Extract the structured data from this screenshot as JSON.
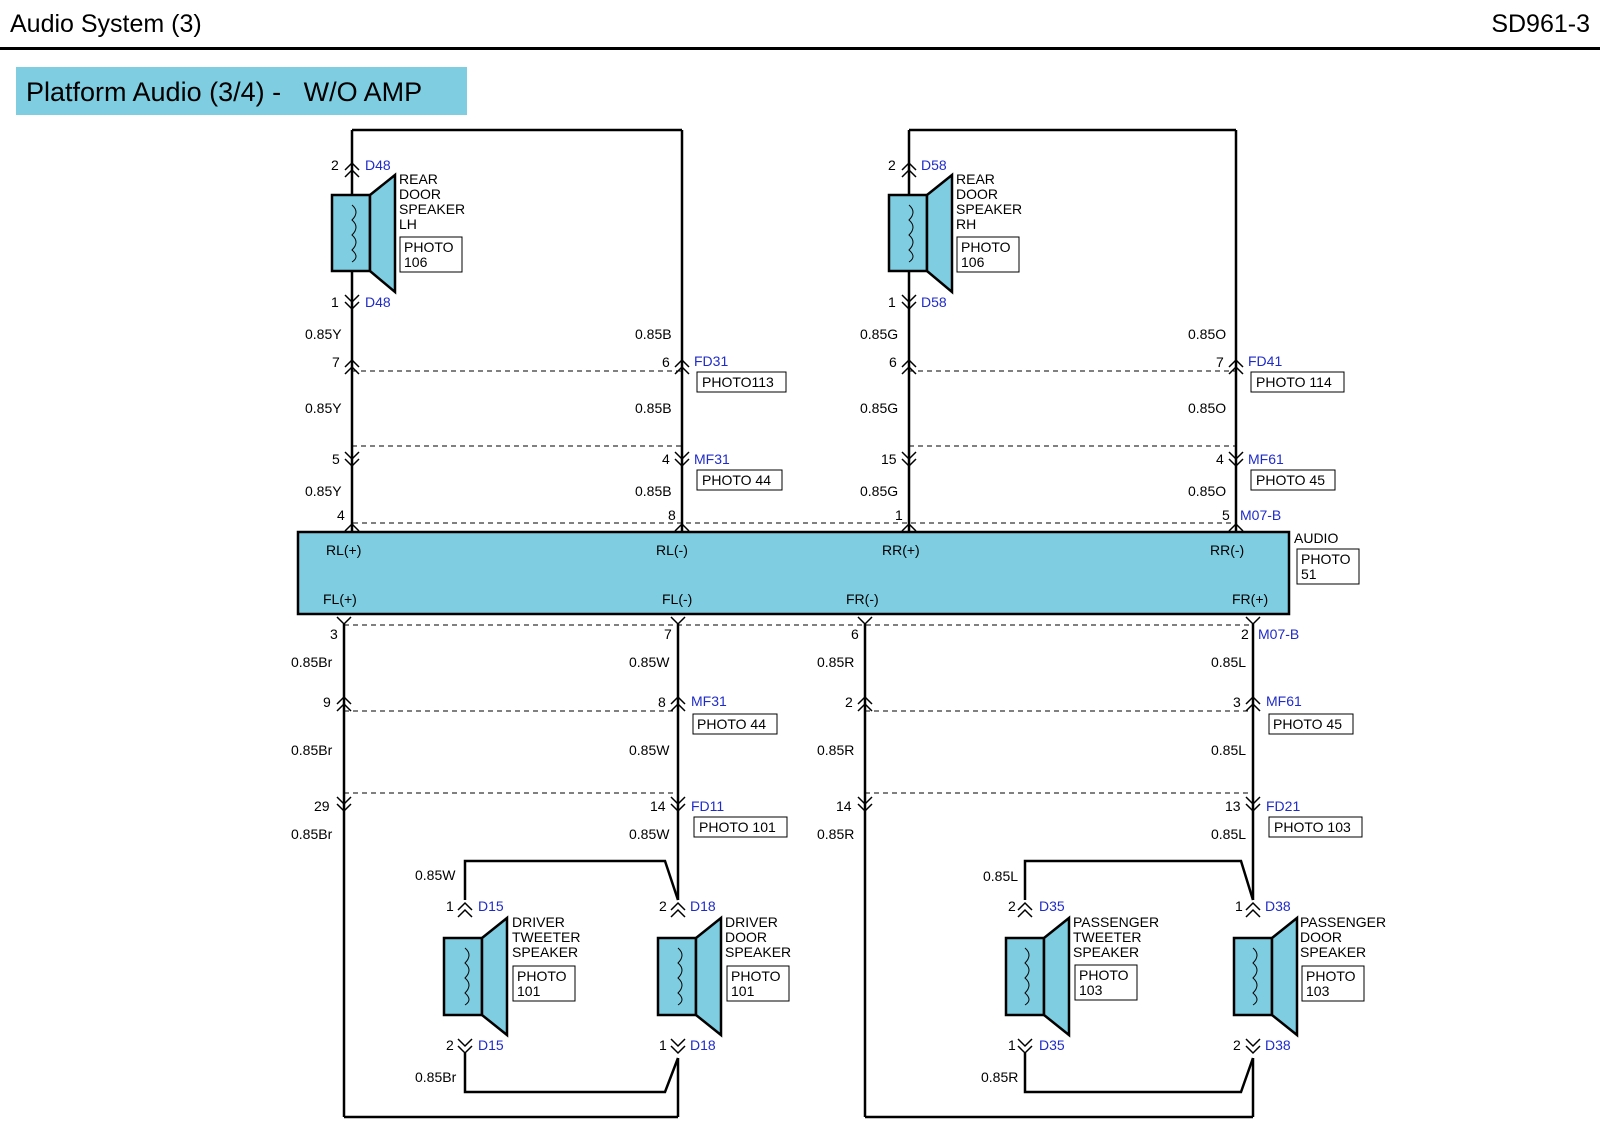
{
  "header": {
    "title": "Audio System (3)",
    "code": "SD961-3"
  },
  "section": {
    "title": "Platform Audio (3/4) -   W/O AMP"
  },
  "colors": {
    "component_fill": "#7ecde1",
    "connector_text": "#1f2bc9",
    "wire": "#000000"
  },
  "audio_unit": {
    "name": "AUDIO",
    "photo": [
      "PHOTO",
      "51"
    ],
    "top_terminals": [
      "RL(+)",
      "RL(-)",
      "RR(+)",
      "RR(-)"
    ],
    "bottom_terminals": [
      "FL(+)",
      "FL(-)",
      "FR(-)",
      "FR(+)"
    ],
    "top_pins": [
      "4",
      "8",
      "1",
      "5"
    ],
    "bottom_pins": [
      "3",
      "7",
      "6",
      "2"
    ],
    "top_connector": "M07-B",
    "bottom_connector": "M07-B"
  },
  "speakers": [
    {
      "id": "rear-lh",
      "name": [
        "REAR",
        "DOOR",
        "SPEAKER",
        "LH"
      ],
      "photo": [
        "PHOTO",
        "106"
      ],
      "pin_top": "2",
      "pin_bottom": "1",
      "conn_top": "D48",
      "conn_bottom": "D48"
    },
    {
      "id": "rear-rh",
      "name": [
        "REAR",
        "DOOR",
        "SPEAKER",
        "RH"
      ],
      "photo": [
        "PHOTO",
        "106"
      ],
      "pin_top": "2",
      "pin_bottom": "1",
      "conn_top": "D58",
      "conn_bottom": "D58"
    },
    {
      "id": "driver-tweeter",
      "name": [
        "DRIVER",
        "TWEETER",
        "SPEAKER"
      ],
      "photo": [
        "PHOTO",
        "101"
      ],
      "pin_top": "1",
      "pin_bottom": "2",
      "conn_top": "D15",
      "conn_bottom": "D15"
    },
    {
      "id": "driver-door",
      "name": [
        "DRIVER",
        "DOOR",
        "SPEAKER"
      ],
      "photo": [
        "PHOTO",
        "101"
      ],
      "pin_top": "2",
      "pin_bottom": "1",
      "conn_top": "D18",
      "conn_bottom": "D18"
    },
    {
      "id": "pass-tweeter",
      "name": [
        "PASSENGER",
        "TWEETER",
        "SPEAKER"
      ],
      "photo": [
        "PHOTO",
        "103"
      ],
      "pin_top": "2",
      "pin_bottom": "1",
      "conn_top": "D35",
      "conn_bottom": "D35"
    },
    {
      "id": "pass-door",
      "name": [
        "PASSENGER",
        "DOOR",
        "SPEAKER"
      ],
      "photo": [
        "PHOTO",
        "103"
      ],
      "pin_top": "1",
      "pin_bottom": "2",
      "conn_top": "D38",
      "conn_bottom": "D38"
    }
  ],
  "top_connectors": [
    {
      "name": "FD31",
      "photo": "PHOTO113",
      "pins": [
        "7",
        "6"
      ]
    },
    {
      "name": "FD41",
      "photo": "PHOTO 114",
      "pins": [
        "6",
        "7"
      ]
    },
    {
      "name": "MF31",
      "photo": "PHOTO 44",
      "pins": [
        "5",
        "4"
      ]
    },
    {
      "name": "MF61",
      "photo": "PHOTO 45",
      "pins": [
        "15",
        "4"
      ]
    }
  ],
  "bottom_connectors": [
    {
      "name": "MF31",
      "photo": "PHOTO 44",
      "pins": [
        "9",
        "8"
      ]
    },
    {
      "name": "MF61",
      "photo": "PHOTO 45",
      "pins": [
        "2",
        "3"
      ]
    },
    {
      "name": "FD11",
      "photo": "PHOTO 101",
      "pins": [
        "29",
        "14"
      ]
    },
    {
      "name": "FD21",
      "photo": "PHOTO 103",
      "pins": [
        "14",
        "13"
      ]
    }
  ],
  "wires": {
    "top": [
      "0.85Y",
      "0.85B",
      "0.85G",
      "0.85O"
    ],
    "bottom": [
      "0.85Br",
      "0.85W",
      "0.85R",
      "0.85L"
    ],
    "driver_tweeter_top": "0.85W",
    "driver_tweeter_bottom": "0.85Br",
    "pass_tweeter_top": "0.85L",
    "pass_tweeter_bottom": "0.85R"
  }
}
